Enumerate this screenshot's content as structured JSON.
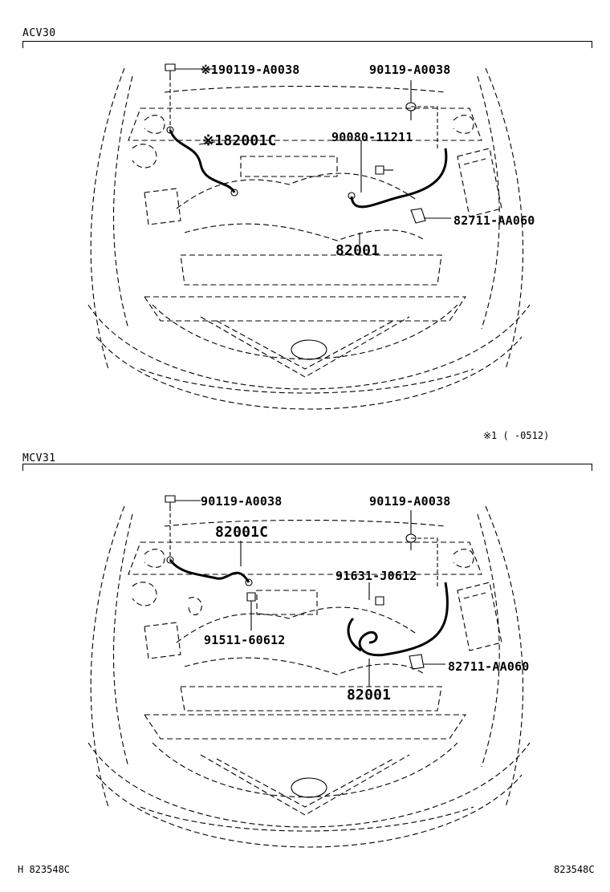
{
  "sections": [
    {
      "label": "ACV30",
      "callouts": {
        "bolt_left": "※190119-A0038",
        "bolt_right": "90119-A0038",
        "cable_sub": "※182001C",
        "bolt_mid": "90080-11211",
        "clamp": "82711-AA060",
        "cable_main": "82001"
      },
      "note": "※1 (     -0512)"
    },
    {
      "label": "MCV31",
      "callouts": {
        "bolt_left": "90119-A0038",
        "bolt_right": "90119-A0038",
        "cable_sub": "82001C",
        "bolt_mid": "91631-J0612",
        "bolt_lower": "91511-60612",
        "clamp": "82711-AA060",
        "cable_main": "82001"
      }
    }
  ],
  "footer": {
    "left": "H 823548C",
    "right": "823548C"
  }
}
